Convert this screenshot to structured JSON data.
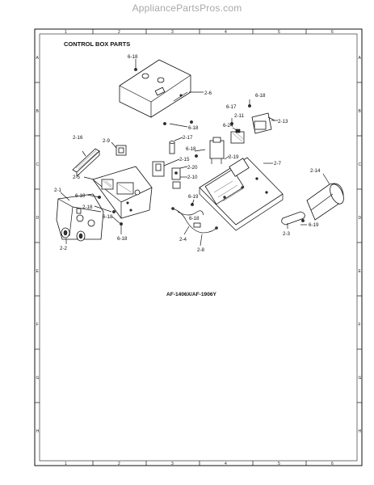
{
  "watermark": "AppliancePartsPros.com",
  "diagram": {
    "title": "CONTROL BOX PARTS",
    "model": "AF-1406X/AF-1906Y",
    "grid_columns": [
      "1",
      "2",
      "3",
      "4",
      "5",
      "6"
    ],
    "grid_rows": [
      "A",
      "B",
      "C",
      "D",
      "E",
      "F",
      "G",
      "H"
    ]
  },
  "callouts": {
    "c618_top": "6-18",
    "c26": "2-6",
    "c618_b": "6-18",
    "c617": "6-17",
    "c618_r": "6-18",
    "c211": "2-11",
    "c213": "2-13",
    "c624": "6-24",
    "c216": "2-16",
    "c29": "2-9",
    "c217": "2-17",
    "c618_m": "6-18",
    "c219": "2-19",
    "c27": "2-7",
    "c25": "2-5",
    "c215": "2-15",
    "c220": "2-20",
    "c214": "2-14",
    "c210": "2-10",
    "c21": "2-1",
    "c618_l": "6-18",
    "c619_a": "6-19",
    "c218": "2-18",
    "c618_n": "6-18",
    "c618_p": "6-18",
    "c24": "2-4",
    "c619_b": "6-19",
    "c23": "2-3",
    "c22": "2-2",
    "c618_q": "6-18",
    "c28": "2-8"
  }
}
